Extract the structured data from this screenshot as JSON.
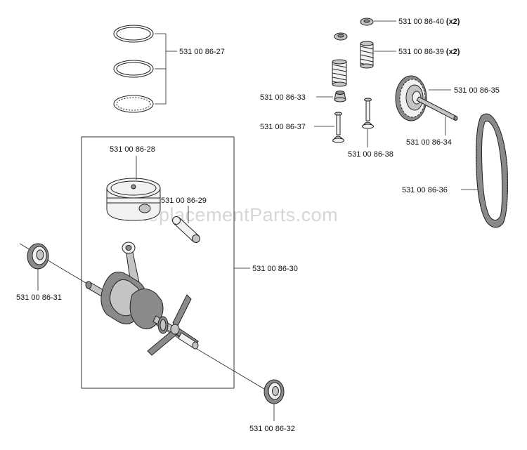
{
  "watermark": "eReplacementParts.com",
  "parts": {
    "p27": "531 00 86-27",
    "p28": "531 00 86-28",
    "p29": "531 00 86-29",
    "p30": "531 00 86-30",
    "p31": "531 00 86-31",
    "p32": "531 00 86-32",
    "p33": "531 00 86-33",
    "p34": "531 00 86-34",
    "p35": "531 00 86-35",
    "p36": "531 00 86-36",
    "p37": "531 00 86-37",
    "p38": "531 00 86-38",
    "p39": "531 00 86-39",
    "p40": "531 00 86-40"
  },
  "qty": {
    "p39": "(x2)",
    "p40": "(x2)"
  }
}
